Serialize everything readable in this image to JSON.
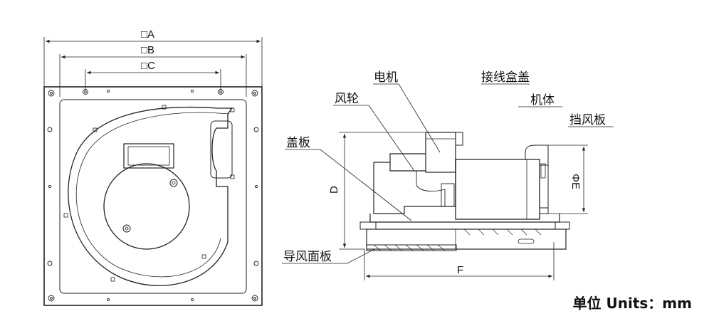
{
  "diagram": {
    "dimensions": {
      "a": "□A",
      "b": "□B",
      "c": "□C",
      "d": "D",
      "e": "ΦE",
      "f": "F"
    },
    "parts": {
      "motor": "电机",
      "junction_box_cover": "接线盒盖",
      "impeller": "风轮",
      "body": "机体",
      "cover_plate": "盖板",
      "wind_baffle": "挡风板",
      "guide_panel": "导风面板"
    },
    "unit_label": "单位 Units：mm"
  }
}
